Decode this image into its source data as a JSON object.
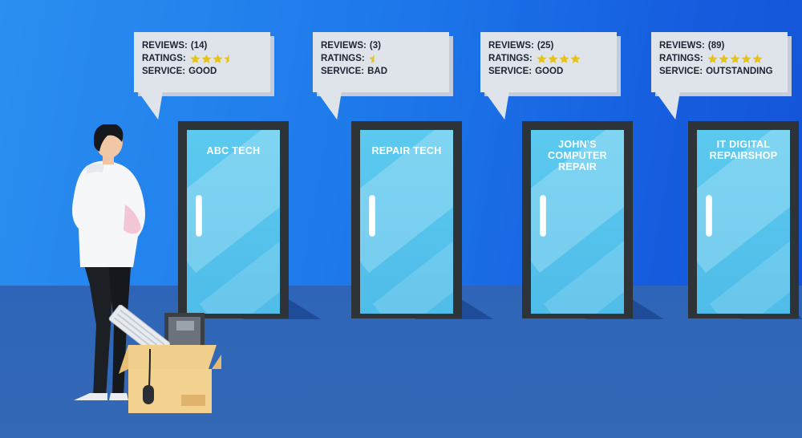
{
  "colors": {
    "star": "#e6c21c",
    "door_frame": "#2e3338",
    "glass": "#4fbde9",
    "bubble": "#dfe4eb"
  },
  "shops": [
    {
      "name": "ABC TECH",
      "reviews_label": "REVIEWS:",
      "reviews_value": "(14)",
      "ratings_label": "RATINGS:",
      "rating": 3.5,
      "service_label": "SERVICE:",
      "service_value": "GOOD"
    },
    {
      "name": "REPAIR TECH",
      "reviews_label": "REVIEWS:",
      "reviews_value": "(3)",
      "ratings_label": "RATINGS:",
      "rating": 0.5,
      "service_label": "SERVICE:",
      "service_value": "BAD"
    },
    {
      "name": "JOHN'S\nCOMPUTER\nREPAIR",
      "reviews_label": "REVIEWS:",
      "reviews_value": "(25)",
      "ratings_label": "RATINGS:",
      "rating": 4,
      "service_label": "SERVICE:",
      "service_value": "GOOD"
    },
    {
      "name": "IT DIGITAL\nREPAIRSHOP",
      "reviews_label": "REVIEWS:",
      "reviews_value": "(89)",
      "ratings_label": "RATINGS:",
      "rating": 5,
      "service_label": "SERVICE:",
      "service_value": "OUTSTANDING"
    }
  ]
}
